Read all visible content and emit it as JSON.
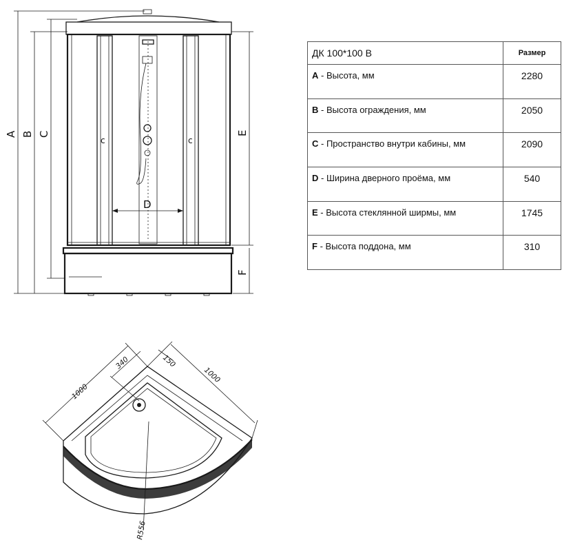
{
  "front_view": {
    "dim_labels": [
      "A",
      "B",
      "C",
      "E",
      "F",
      "D"
    ],
    "door_handle": "c"
  },
  "top_view": {
    "dims": [
      "1000",
      "1000",
      "340",
      "150",
      "R556"
    ]
  },
  "table": {
    "model": "ДК 100*100 В",
    "size_header": "Размер",
    "rows": [
      {
        "key": "A",
        "label": " - Высота, мм",
        "value": "2280"
      },
      {
        "key": "B",
        "label": " - Высота ограждения, мм",
        "value": "2050"
      },
      {
        "key": "C",
        "label": " - Пространство внутри кабины, мм",
        "value": "2090"
      },
      {
        "key": "D",
        "label": " - Ширина дверного проёма, мм",
        "value": "540"
      },
      {
        "key": "E",
        "label": " - Высота стеклянной ширмы, мм",
        "value": "1745"
      },
      {
        "key": "F",
        "label": " - Высота поддона, мм",
        "value": "310"
      }
    ]
  }
}
